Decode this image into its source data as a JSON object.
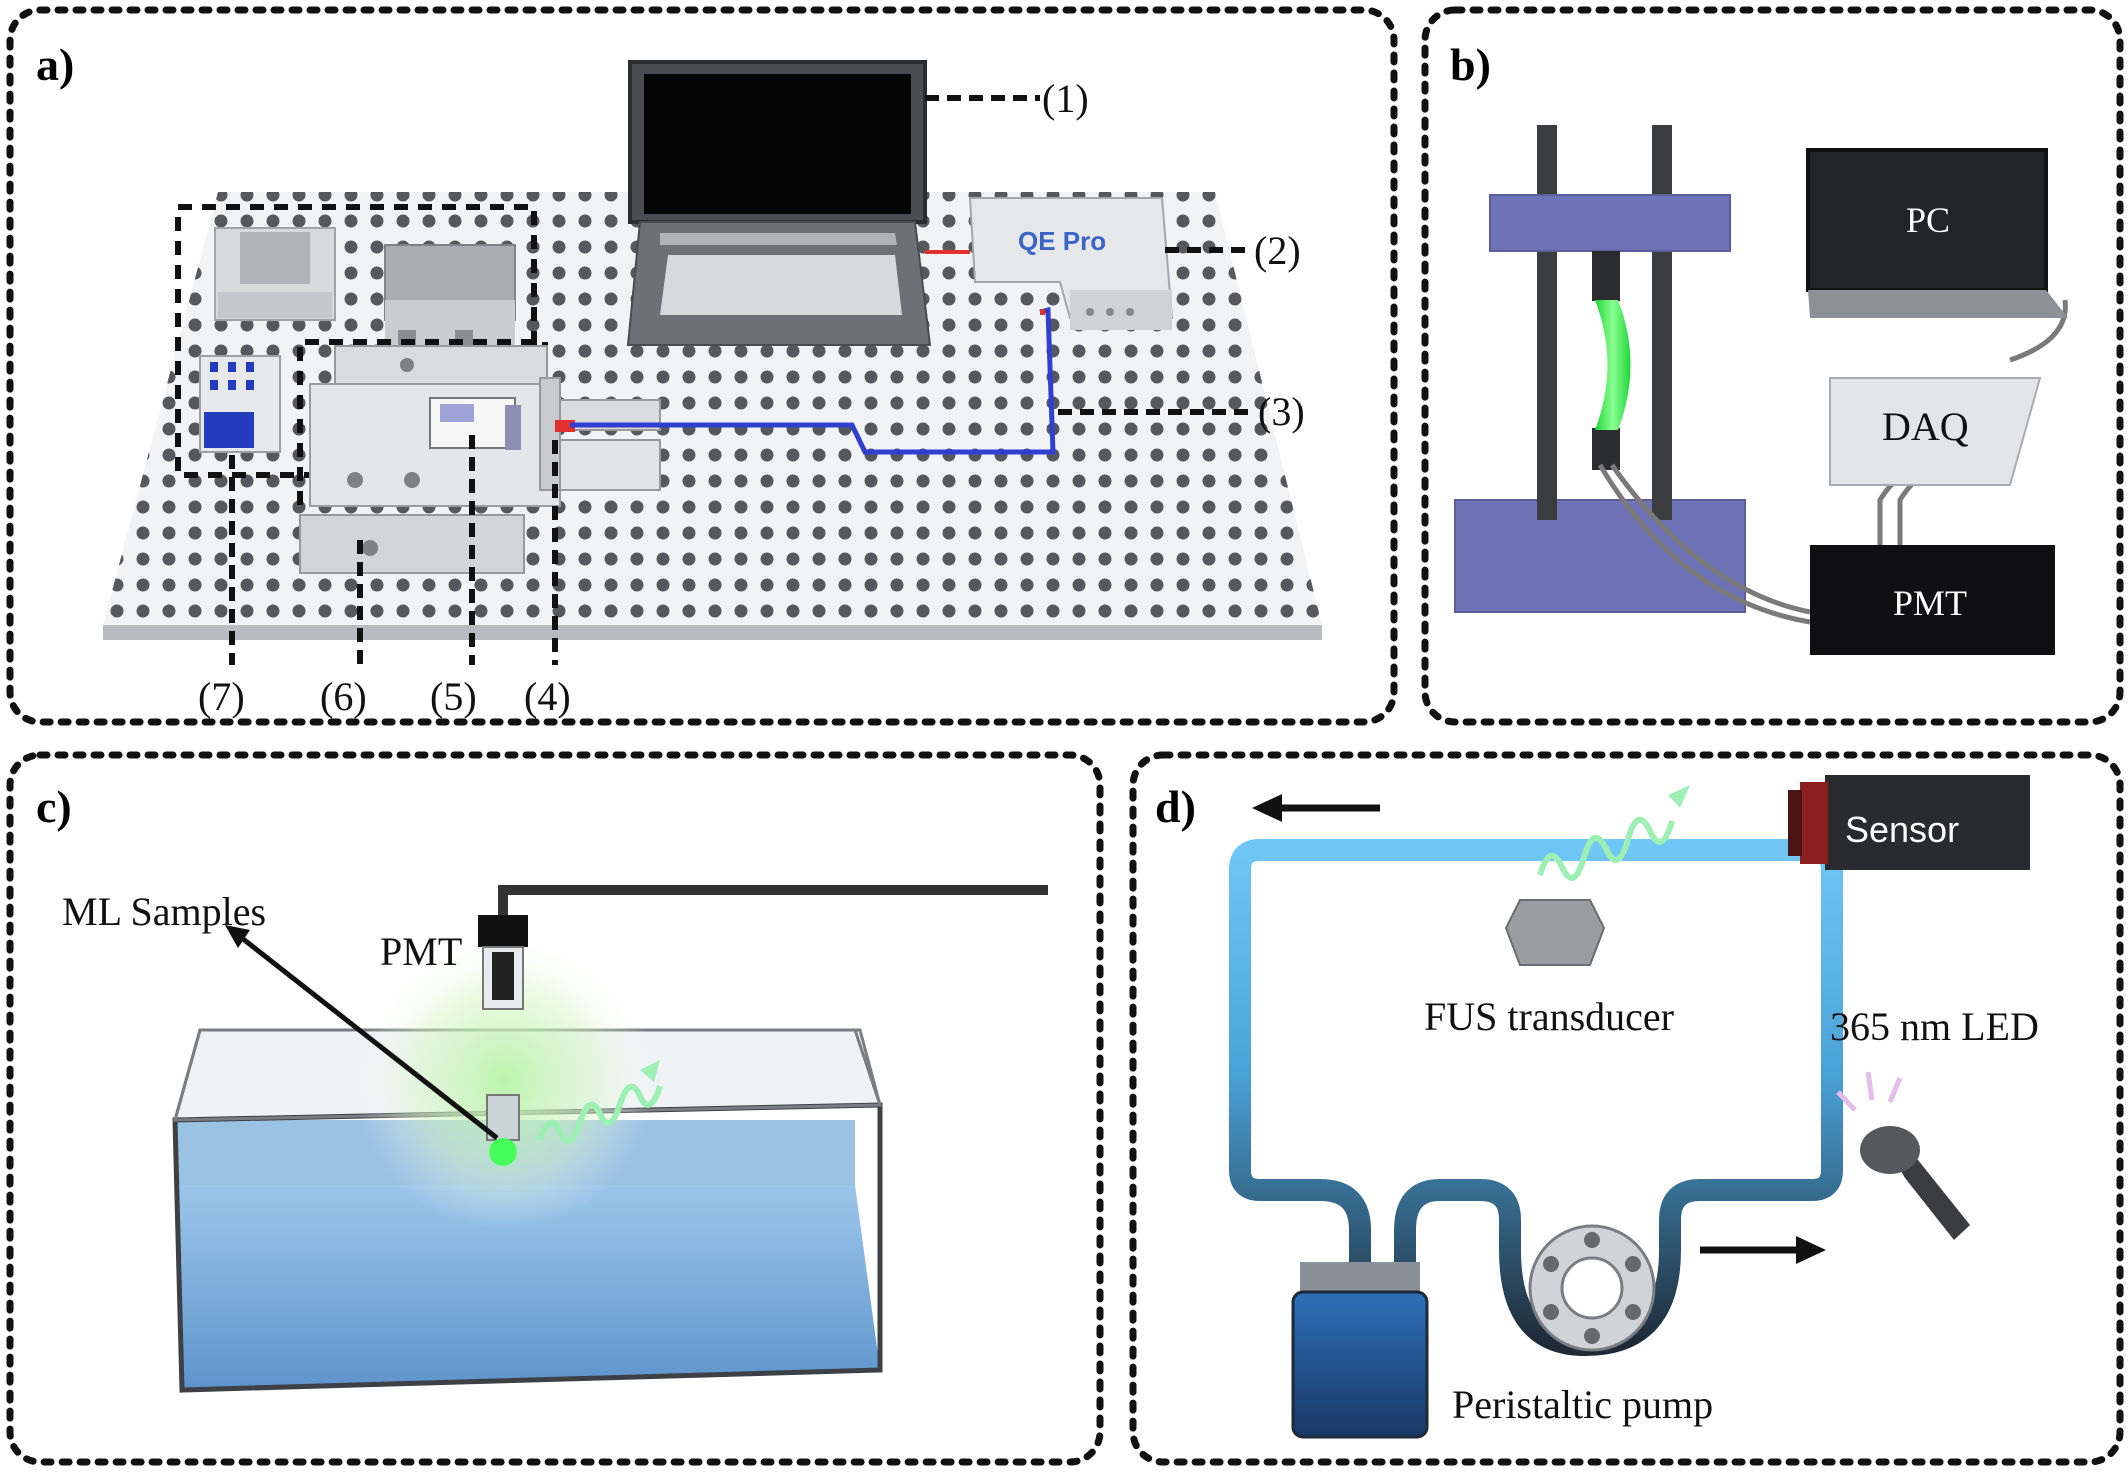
{
  "panels": {
    "a": {
      "letter": "a)",
      "spectrometer_label": "QE Pro",
      "callouts": [
        "(1)",
        "(2)",
        "(3)",
        "(4)",
        "(5)",
        "(6)",
        "(7)"
      ]
    },
    "b": {
      "letter": "b)",
      "pc_label": "PC",
      "daq_label": "DAQ",
      "pmt_label": "PMT"
    },
    "c": {
      "letter": "c)",
      "samples_label": "ML Samples",
      "pmt_label": "PMT"
    },
    "d": {
      "letter": "d)",
      "sensor_label": "Sensor",
      "transducer_label": "FUS transducer",
      "led_label": "365 nm LED",
      "pump_label": "Peristaltic pump"
    }
  },
  "colors": {
    "frame": "#111111",
    "fiber": "#2f3fd0",
    "green_ml": "#3cf05a",
    "water": "#7aaee0",
    "tube_top": "#6cc0f0",
    "tube_bottom": "#203040",
    "block_purple": "#7a7fc0"
  }
}
